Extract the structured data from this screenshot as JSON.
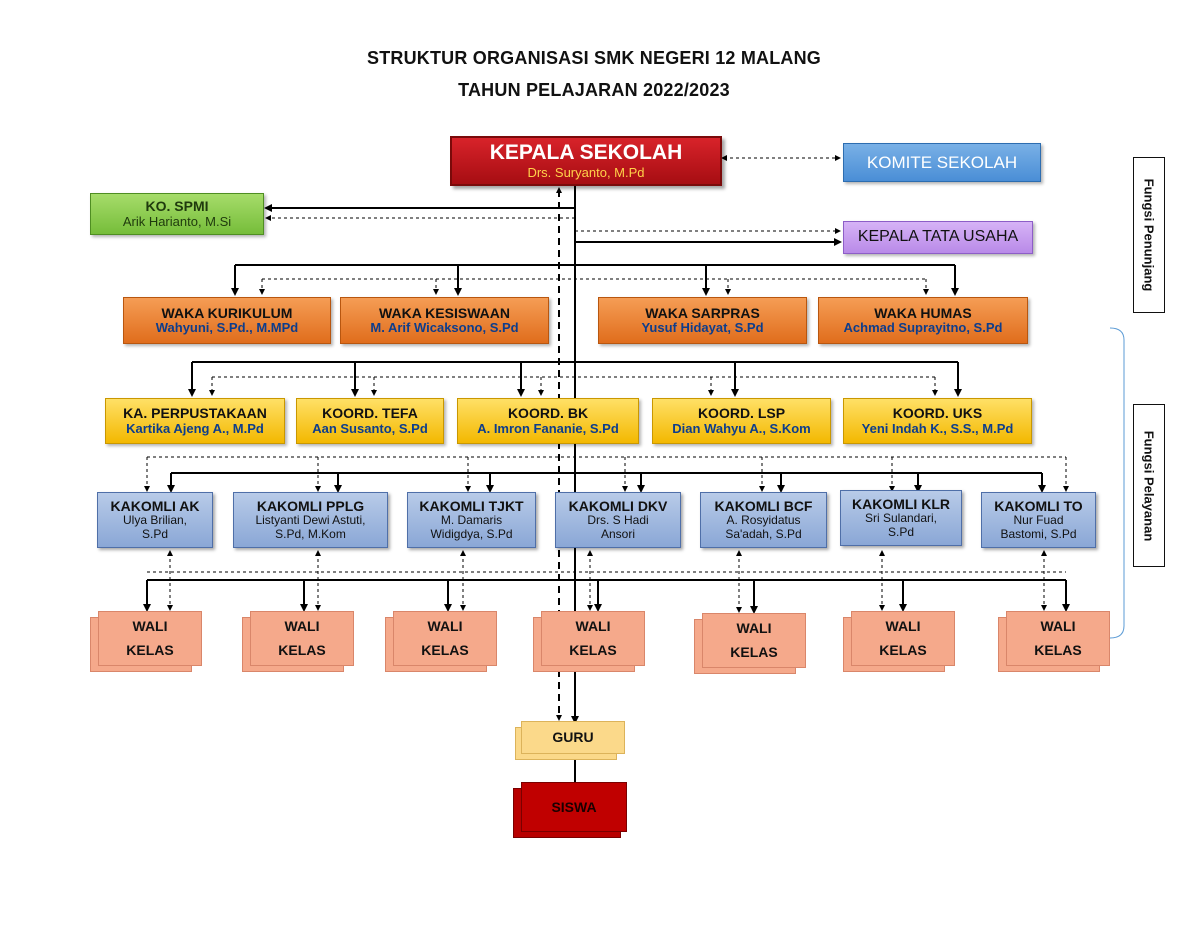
{
  "title": {
    "line1": "STRUKTUR ORGANISASI SMK NEGERI 12 MALANG",
    "line2": "TAHUN PELAJARAN 2022/2023"
  },
  "kepala_sekolah": {
    "title": "KEPALA SEKOLAH",
    "name": "Drs. Suryanto, M.Pd"
  },
  "komite": {
    "title": "KOMITE SEKOLAH"
  },
  "ko_spmi": {
    "title": "KO. SPMI",
    "name": "Arik Harianto, M.Si"
  },
  "tata_usaha": {
    "title": "KEPALA TATA USAHA"
  },
  "waka": [
    {
      "title": "WAKA KURIKULUM",
      "name": "Wahyuni, S.Pd., M.MPd"
    },
    {
      "title": "WAKA KESISWAAN",
      "name": "M. Arif Wicaksono, S.Pd"
    },
    {
      "title": "WAKA SARPRAS",
      "name": "Yusuf Hidayat, S.Pd"
    },
    {
      "title": "WAKA HUMAS",
      "name": "Achmad Suprayitno, S.Pd"
    }
  ],
  "koord": [
    {
      "title": "KA. PERPUSTAKAAN",
      "name": "Kartika Ajeng A., M.Pd"
    },
    {
      "title": "KOORD. TEFA",
      "name": "Aan Susanto, S.Pd"
    },
    {
      "title": "KOORD. BK",
      "name": "A. Imron Fananie, S.Pd"
    },
    {
      "title": "KOORD. LSP",
      "name": "Dian  Wahyu A., S.Kom"
    },
    {
      "title": "KOORD. UKS",
      "name": "Yeni Indah K., S.S., M.Pd"
    }
  ],
  "kakomli": [
    {
      "title": "KAKOMLI AK",
      "line1": "Ulya Brilian,",
      "line2": "S.Pd"
    },
    {
      "title": "KAKOMLI PPLG",
      "line1": "Listyanti Dewi Astuti,",
      "line2": "S.Pd, M.Kom"
    },
    {
      "title": "KAKOMLI TJKT",
      "line1": "M. Damaris",
      "line2": "Widigdya, S.Pd"
    },
    {
      "title": "KAKOMLI DKV",
      "line1": "Drs. S Hadi",
      "line2": "Ansori"
    },
    {
      "title": "KAKOMLI BCF",
      "line1": "A. Rosyidatus",
      "line2": "Sa'adah, S.Pd"
    },
    {
      "title": "KAKOMLI KLR",
      "line1": "Sri Sulandari,",
      "line2": "S.Pd"
    },
    {
      "title": "KAKOMLI TO",
      "line1": "Nur Fuad",
      "line2": "Bastomi, S.Pd"
    }
  ],
  "wali": {
    "line1": "WALI",
    "line2": "KELAS"
  },
  "guru": "GURU",
  "siswa": "SISWA",
  "side_labels": {
    "penunjang": "Fungsi Penunjang",
    "pelayanan": "Fungsi Pelayanan"
  },
  "colors": {
    "kepala": "#c0141b",
    "komite": "#5b9bd5",
    "spmi": "#8cc850",
    "tata_usaha": "#c89cf0",
    "waka": "#ed7d31",
    "koord": "#ffc000",
    "kakomli": "#9db4de",
    "wali": "#f5a98b",
    "guru": "#fbd98a",
    "siswa": "#c00000",
    "name_text": "#0d3d8c"
  }
}
